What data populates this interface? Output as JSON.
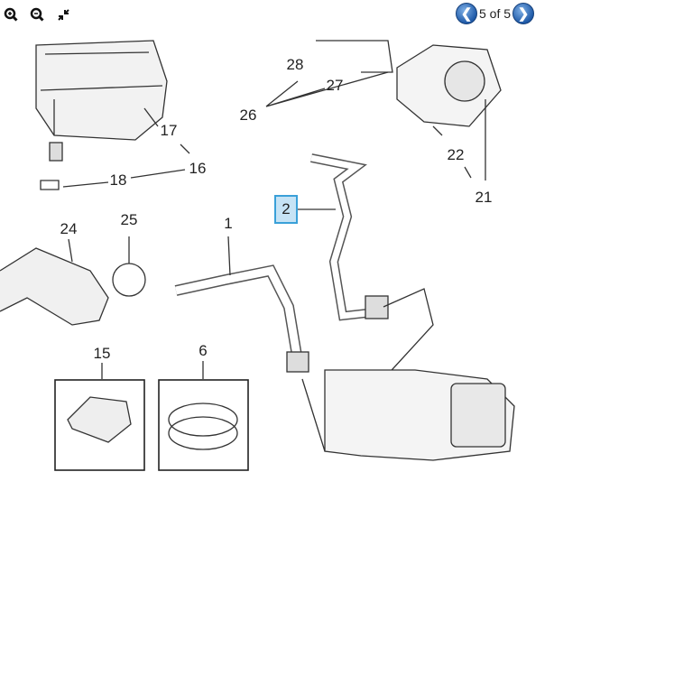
{
  "toolbar": {
    "zoom_in": "zoom-in",
    "zoom_out": "zoom-out",
    "fit": "fit-to-window"
  },
  "nav": {
    "page_text": "5 of 5",
    "prev": "previous",
    "next": "next"
  },
  "callouts": {
    "c28": "28",
    "c27": "27",
    "c26": "26",
    "c17": "17",
    "c16": "16",
    "c18": "18",
    "c22": "22",
    "c21": "21",
    "c2": "2",
    "c24": "24",
    "c25": "25",
    "c1": "1",
    "c15": "15",
    "c6": "6"
  },
  "colors": {
    "highlight_fill": "#c6e3f5",
    "highlight_border": "#3aa0d8",
    "nav_blue": "#1f5aa8"
  }
}
